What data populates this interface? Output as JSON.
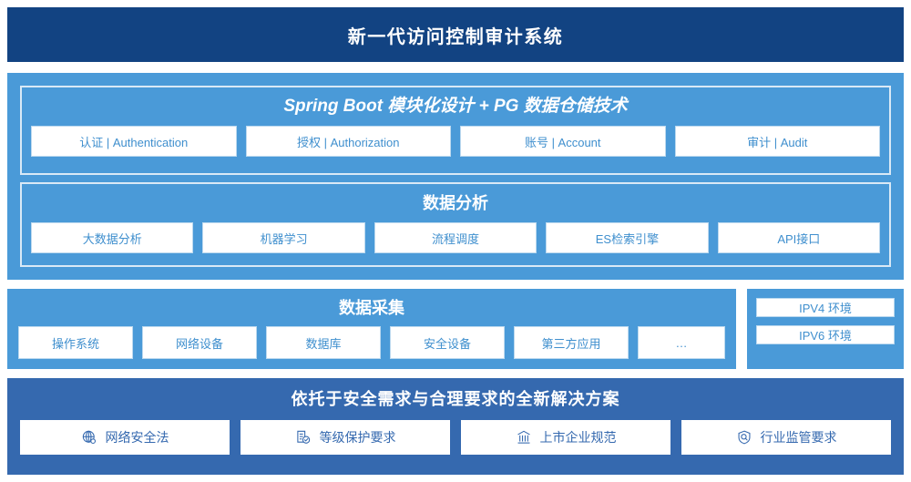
{
  "header": {
    "title": "新一代访问控制审计系统"
  },
  "platform": {
    "springboot": {
      "title": "Spring Boot 模块化设计 + PG 数据仓储技术",
      "cards": [
        {
          "label": "认证 | Authentication"
        },
        {
          "label": "授权 | Authorization"
        },
        {
          "label": "账号 | Account"
        },
        {
          "label": "审计 | Audit"
        }
      ]
    },
    "analysis": {
      "title": "数据分析",
      "cards": [
        {
          "label": "大数据分析"
        },
        {
          "label": "机器学习"
        },
        {
          "label": "流程调度"
        },
        {
          "label": "ES检索引擎"
        },
        {
          "label": "API接口"
        }
      ]
    }
  },
  "collect": {
    "title": "数据采集",
    "cards": [
      {
        "label": "操作系统"
      },
      {
        "label": "网络设备"
      },
      {
        "label": "数据库"
      },
      {
        "label": "安全设备"
      },
      {
        "label": "第三方应用"
      },
      {
        "label": "…"
      }
    ]
  },
  "ipv": {
    "cards": [
      {
        "label": "IPV4 环境"
      },
      {
        "label": "IPV6 环境"
      }
    ]
  },
  "solution": {
    "title": "依托于安全需求与合理要求的全新解决方案",
    "cards": [
      {
        "label": "网络安全法",
        "icon": "globe-icon"
      },
      {
        "label": "等级保护要求",
        "icon": "document-check-icon"
      },
      {
        "label": "上市企业规范",
        "icon": "bank-icon"
      },
      {
        "label": "行业监管要求",
        "icon": "shield-search-icon"
      }
    ]
  },
  "colors": {
    "header_bg": "#124382",
    "panel_bg": "#4a9ad8",
    "panel_dark_bg": "#3569af",
    "card_text": "#3f8fce",
    "card_text_dark": "#3569af",
    "card_bg": "#ffffff",
    "inner_border": "#d9e9f6"
  }
}
